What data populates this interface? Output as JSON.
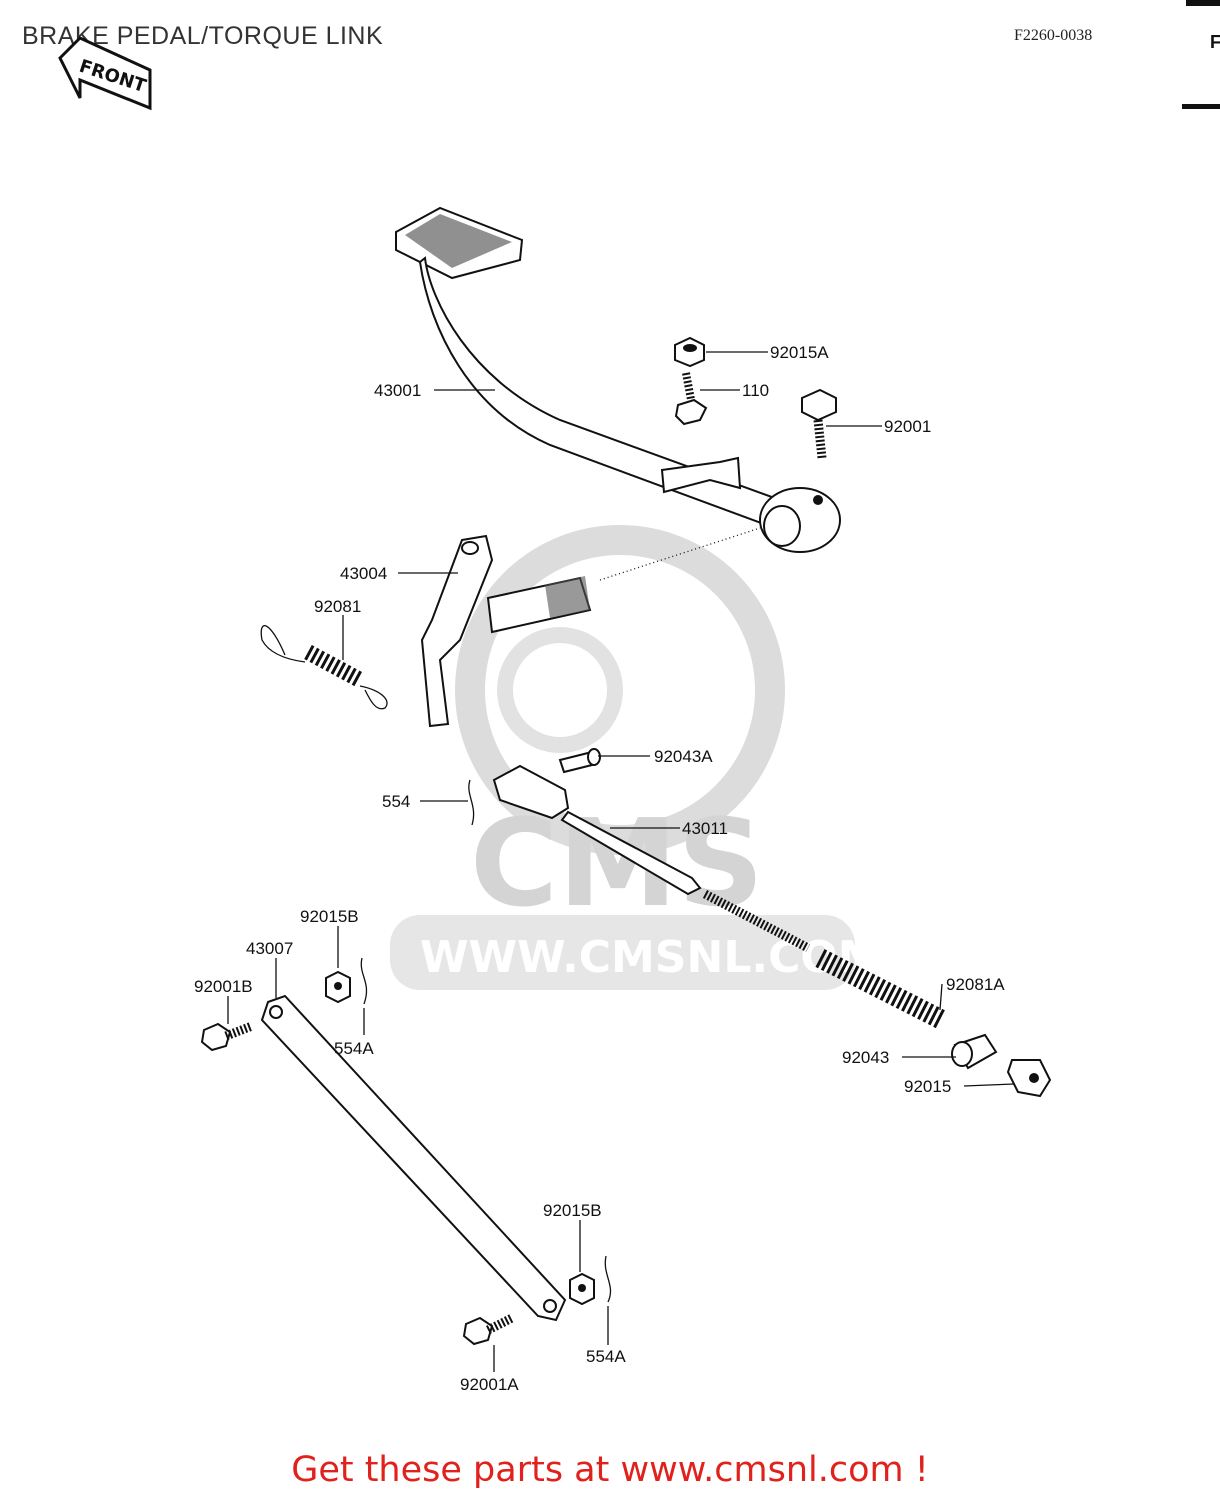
{
  "header": {
    "title": "BRAKE PEDAL/TORQUE LINK",
    "code": "F2260-0038",
    "front_marker": "FRONT"
  },
  "watermark": {
    "brand": "CMS",
    "url": "WWW.CMSNL.COM"
  },
  "parts": [
    {
      "number": "92015A"
    },
    {
      "number": "110"
    },
    {
      "number": "92001"
    },
    {
      "number": "43001"
    },
    {
      "number": "43004"
    },
    {
      "number": "92081"
    },
    {
      "number": "92043A"
    },
    {
      "number": "554"
    },
    {
      "number": "43011"
    },
    {
      "number": "92015B"
    },
    {
      "number": "43007"
    },
    {
      "number": "92001B"
    },
    {
      "number": "554A"
    },
    {
      "number": "92081A"
    },
    {
      "number": "92043"
    },
    {
      "number": "92015"
    },
    {
      "number": "92015B"
    },
    {
      "number": "554A"
    },
    {
      "number": "92001A"
    }
  ],
  "footer": {
    "text": "Get these parts at www.cmsnl.com !"
  }
}
